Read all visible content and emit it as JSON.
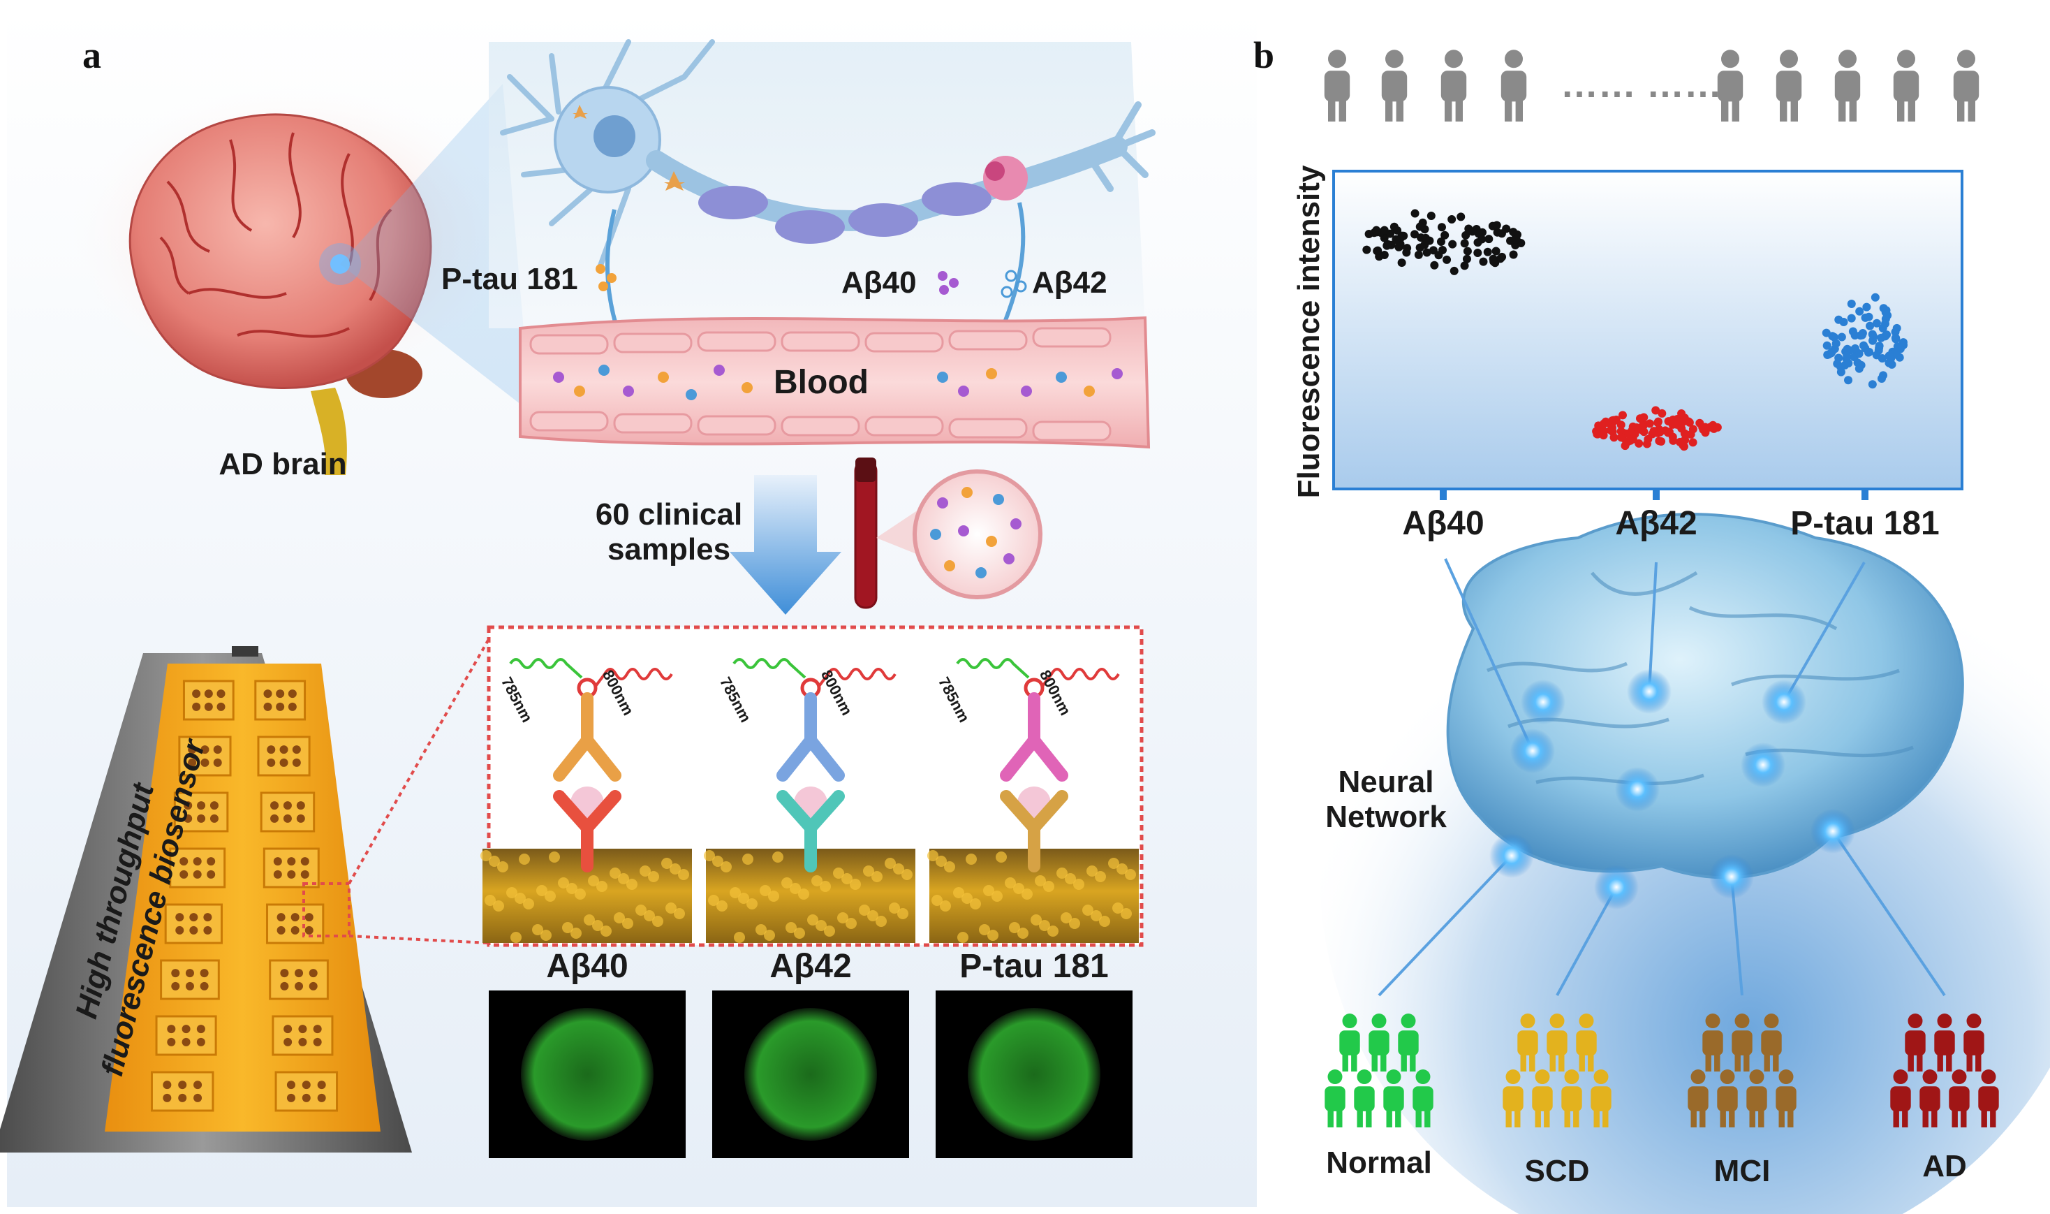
{
  "panel_a": {
    "label": "a",
    "brain_label": "AD brain",
    "ptau_label": "P-tau 181",
    "ab40_label": "Aβ40",
    "ab42_label": "Aβ42",
    "blood_label": "Blood",
    "samples_line1": "60 clinical",
    "samples_line2": "samples",
    "biosensor_line1": "High throughput",
    "biosensor_line2": "fluorescence biosensor",
    "excitation": "785nm",
    "emission": "800nm",
    "assays": [
      "Aβ40",
      "Aβ42",
      "P-tau 181"
    ]
  },
  "panel_b": {
    "label": "b",
    "ellipsis": "…… ……",
    "ylabel": "Fluorescence intensity",
    "categories": [
      "Aβ40",
      "Aβ42",
      "P-tau 181"
    ],
    "network_line1": "Neural",
    "network_line2": "Network",
    "groups": [
      {
        "name": "Normal",
        "color": "#22c94a"
      },
      {
        "name": "SCD",
        "color": "#e3b21e"
      },
      {
        "name": "MCI",
        "color": "#9a6a2a"
      },
      {
        "name": "AD",
        "color": "#a01616"
      }
    ]
  },
  "colors": {
    "ab40_dots": "#111111",
    "ab42_dots": "#e02020",
    "ptau_dots": "#2a7fd4",
    "accent_blue": "#2a7fd4",
    "chip_orange": "#f4a81c"
  }
}
